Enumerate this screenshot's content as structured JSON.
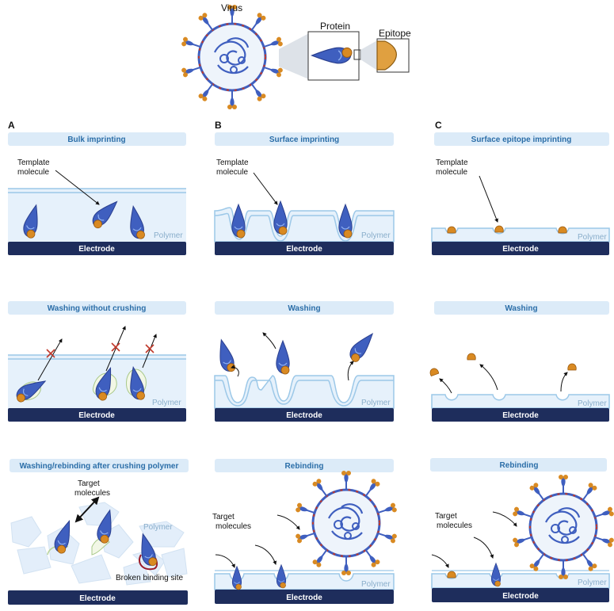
{
  "header": {
    "virus_label": "Virus",
    "protein_label": "Protein",
    "epitope_label": "Epitope"
  },
  "colors": {
    "protein_blue": "#3f5fbf",
    "protein_dark": "#2a3f8f",
    "epitope_orange": "#d98a22",
    "electrode_navy": "#1e2d5c",
    "polymer_fill": "#e6f1fb",
    "polymer_line": "#9cc8e8",
    "banner_fill": "#dcebf8",
    "banner_text": "#2b6ea8",
    "spike_red": "#c0392b",
    "label_gray": "#8aaecb"
  },
  "columns": [
    {
      "letter": "A",
      "panels": [
        {
          "title": "Bulk imprinting",
          "template_label_1": "Template",
          "template_label_2": "molecule",
          "polymer": "Polymer",
          "electrode": "Electrode"
        },
        {
          "title": "Washing without crushing",
          "polymer": "Polymer",
          "electrode": "Electrode"
        },
        {
          "title": "Washing/rebinding after crushing polymer",
          "target_label_1": "Target",
          "target_label_2": "molecules",
          "polymer": "Polymer",
          "broken_label": "Broken binding site",
          "electrode": "Electrode"
        }
      ]
    },
    {
      "letter": "B",
      "panels": [
        {
          "title": "Surface imprinting",
          "template_label_1": "Template",
          "template_label_2": "molecule",
          "polymer": "Polymer",
          "electrode": "Electrode"
        },
        {
          "title": "Washing",
          "polymer": "Polymer",
          "electrode": "Electrode"
        },
        {
          "title": "Rebinding",
          "target_label_1": "Target",
          "target_label_2": "molecules",
          "polymer": "Polymer",
          "electrode": "Electrode"
        }
      ]
    },
    {
      "letter": "C",
      "panels": [
        {
          "title": "Surface epitope imprinting",
          "template_label_1": "Template",
          "template_label_2": "molecule",
          "polymer": "Polymer",
          "electrode": "Electrode"
        },
        {
          "title": "Washing",
          "polymer": "Polymer",
          "electrode": "Electrode"
        },
        {
          "title": "Rebinding",
          "target_label_1": "Target",
          "target_label_2": "molecules",
          "polymer": "Polymer",
          "electrode": "Electrode"
        }
      ]
    }
  ]
}
